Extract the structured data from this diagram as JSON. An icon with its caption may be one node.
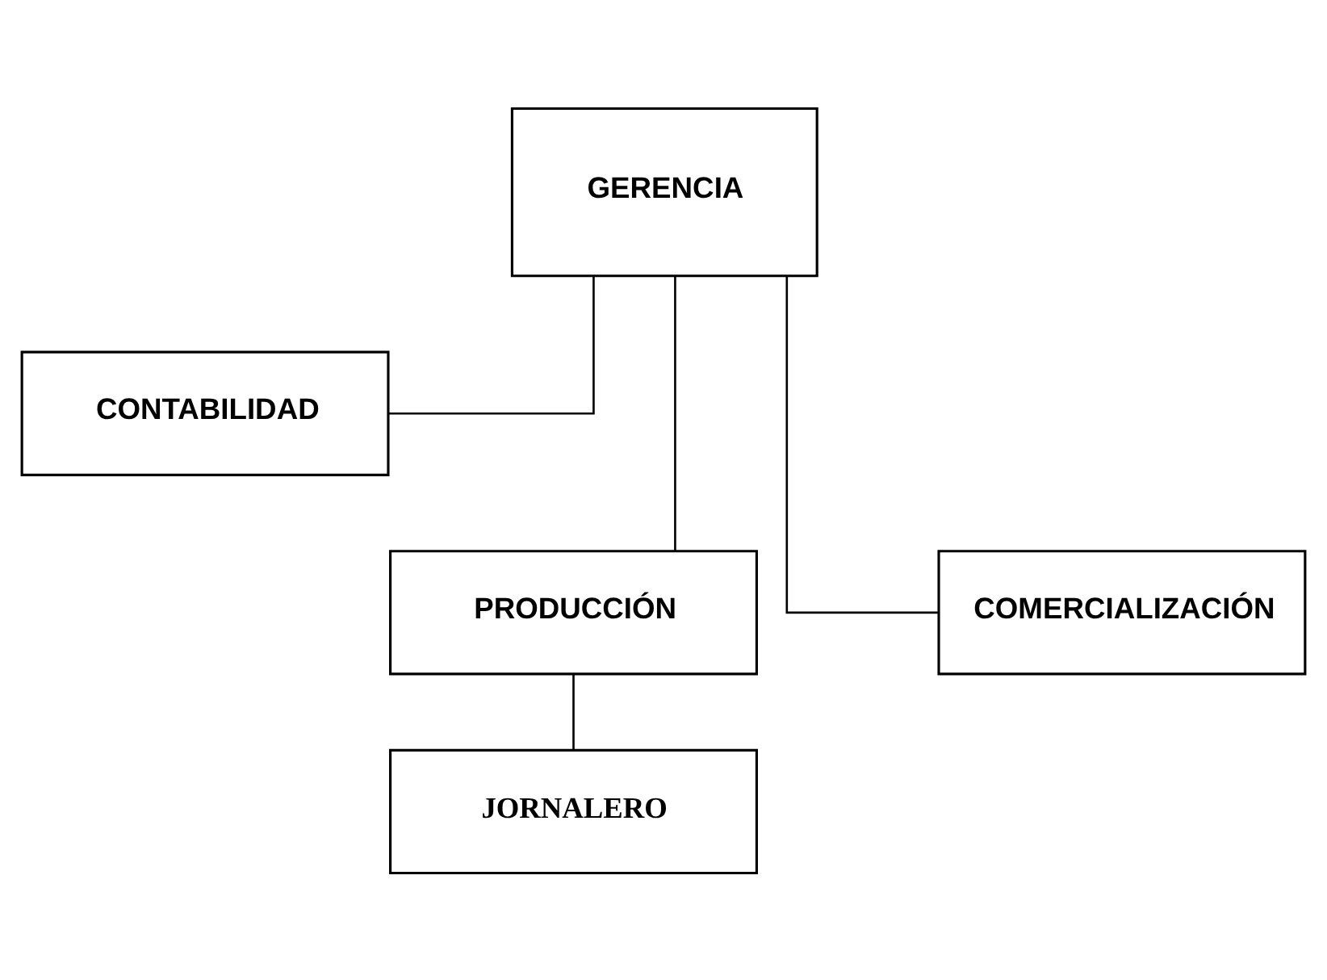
{
  "diagram": {
    "nodes": [
      {
        "text": [
          "GERENCIA"
        ]
      },
      {
        "text": [
          "CONTABILIDAD"
        ]
      },
      {
        "text": [
          "PRODUCCIÓN"
        ]
      },
      {
        "text": [
          "COMERCIALIZACIÓN"
        ]
      },
      {
        "text": [
          "JORNALERO"
        ]
      }
    ],
    "edges": [
      {
        "from": 0,
        "to": 1,
        "arrow": "none"
      },
      {
        "from": 0,
        "to": 2,
        "arrow": "none"
      },
      {
        "from": 0,
        "to": 3,
        "arrow": "none"
      },
      {
        "from": 2,
        "to": 4,
        "arrow": "none"
      }
    ]
  }
}
